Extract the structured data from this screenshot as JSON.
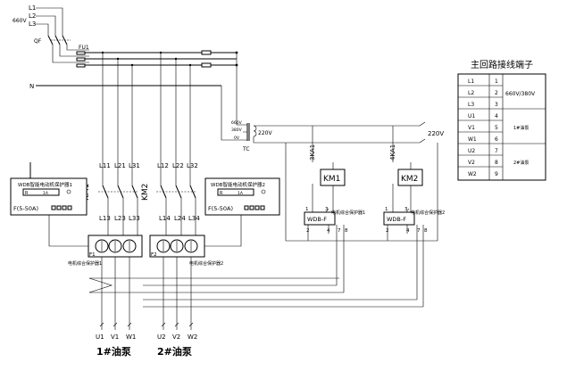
{
  "inputs": {
    "L1": "L1",
    "L2": "L2",
    "L3": "L3",
    "voltage": "660V",
    "QF": "QF",
    "FU1": "FU1",
    "N": "N"
  },
  "transformer": {
    "tap1": "660V",
    "tap2": "380V",
    "tap3": "0V",
    "out": "220V",
    "label": "TC",
    "ctrl_supply": "220V"
  },
  "motor1": {
    "lines_top": [
      "L11",
      "L21",
      "L31"
    ],
    "lines_bottom": [
      "L13",
      "L23",
      "L33"
    ],
    "contactor": "KM1",
    "protector_title": "WDB智能电动机保护器1",
    "protector_r": "R",
    "protector_val": "1A",
    "protector_range": "F(5-50A)",
    "ct_label": "电机综合保护器1",
    "ct_tag": "F1",
    "outputs": [
      "U1",
      "V1",
      "W1"
    ],
    "pump": "1#油泵"
  },
  "motor2": {
    "lines_top": [
      "L12",
      "L22",
      "L32"
    ],
    "lines_bottom": [
      "L14",
      "L24",
      "L34"
    ],
    "contactor": "KM2",
    "protector_title": "WDB智能电动机保护器2",
    "protector_r": "R",
    "protector_val": "1A",
    "protector_range": "F(5-50A)",
    "ct_label": "电机综合保护器2",
    "ct_tag": "F2",
    "outputs": [
      "U2",
      "V2",
      "W2"
    ],
    "pump": "2#油泵"
  },
  "control": {
    "ka1": "3KA1",
    "ka2": "4KA1",
    "km1": "KM1",
    "km2": "KM2",
    "wdb1": "WDB-F",
    "wdb2": "WDB-F",
    "wdb1_label": "电机综合保护器1",
    "wdb2_label": "电机综合保护器2",
    "pins": [
      "1",
      "3",
      "2",
      "4",
      "7",
      "8"
    ]
  },
  "terminal_table": {
    "title": "主回路接线端子",
    "rows": [
      {
        "name": "L1",
        "num": "1"
      },
      {
        "name": "L2",
        "num": "2"
      },
      {
        "name": "L3",
        "num": "3"
      },
      {
        "name": "U1",
        "num": "4"
      },
      {
        "name": "V1",
        "num": "5"
      },
      {
        "name": "W1",
        "num": "6"
      },
      {
        "name": "U2",
        "num": "7"
      },
      {
        "name": "V2",
        "num": "8"
      },
      {
        "name": "W2",
        "num": "9"
      }
    ],
    "group1": "660V/380V",
    "group2": "1#油泵",
    "group3": "2#油泵"
  }
}
